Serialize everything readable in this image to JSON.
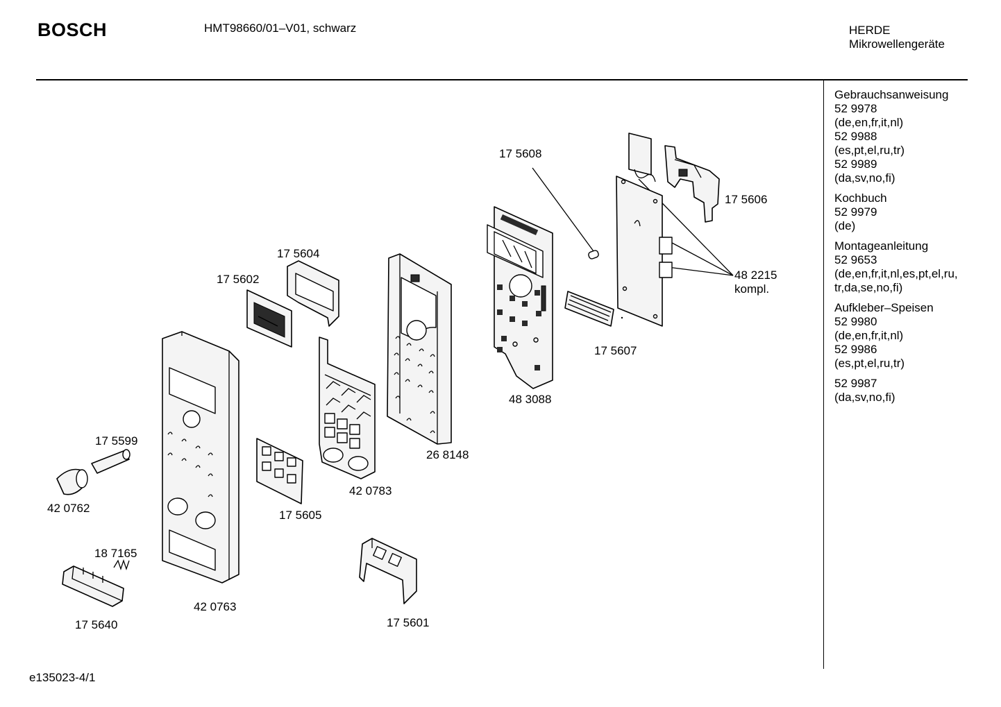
{
  "header": {
    "brand": "BOSCH",
    "model": "HMT98660/01–V01, schwarz",
    "category_line1": "HERDE",
    "category_line2": "Mikrowellengeräte"
  },
  "sidebar": {
    "blocks": [
      {
        "lines": [
          "Gebrauchsanweisung",
          "52 9978",
          "(de,en,fr,it,nl)",
          "52 9988",
          "(es,pt,el,ru,tr)",
          "52 9989",
          "(da,sv,no,fi)"
        ]
      },
      {
        "lines": [
          "Kochbuch",
          "52 9979",
          "(de)"
        ]
      },
      {
        "lines": [
          "Montageanleitung",
          "52 9653",
          "(de,en,fr,it,nl,es,pt,el,ru,",
          "tr,da,se,no,fi)"
        ]
      },
      {
        "lines": [
          "Aufkleber–Speisen",
          "52 9980",
          "(de,en,fr,it,nl)",
          "52 9986",
          "(es,pt,el,ru,tr)"
        ]
      },
      {
        "lines": [
          "52 9987",
          "(da,sv,no,fi)"
        ]
      }
    ]
  },
  "parts": {
    "p175608": "17 5608",
    "p175606": "17 5606",
    "p482215": "48 2215",
    "p482215_note": "kompl.",
    "p175604": "17 5604",
    "p175602": "17 5602",
    "p175607": "17 5607",
    "p483088": "48 3088",
    "p268148": "26 8148",
    "p175599": "17 5599",
    "p420762": "42 0762",
    "p420783": "42 0783",
    "p175605": "17 5605",
    "p187165": "18 7165",
    "p420763": "42 0763",
    "p175640": "17 5640",
    "p175601": "17 5601"
  },
  "footer": {
    "code": "e135023-4/1"
  }
}
